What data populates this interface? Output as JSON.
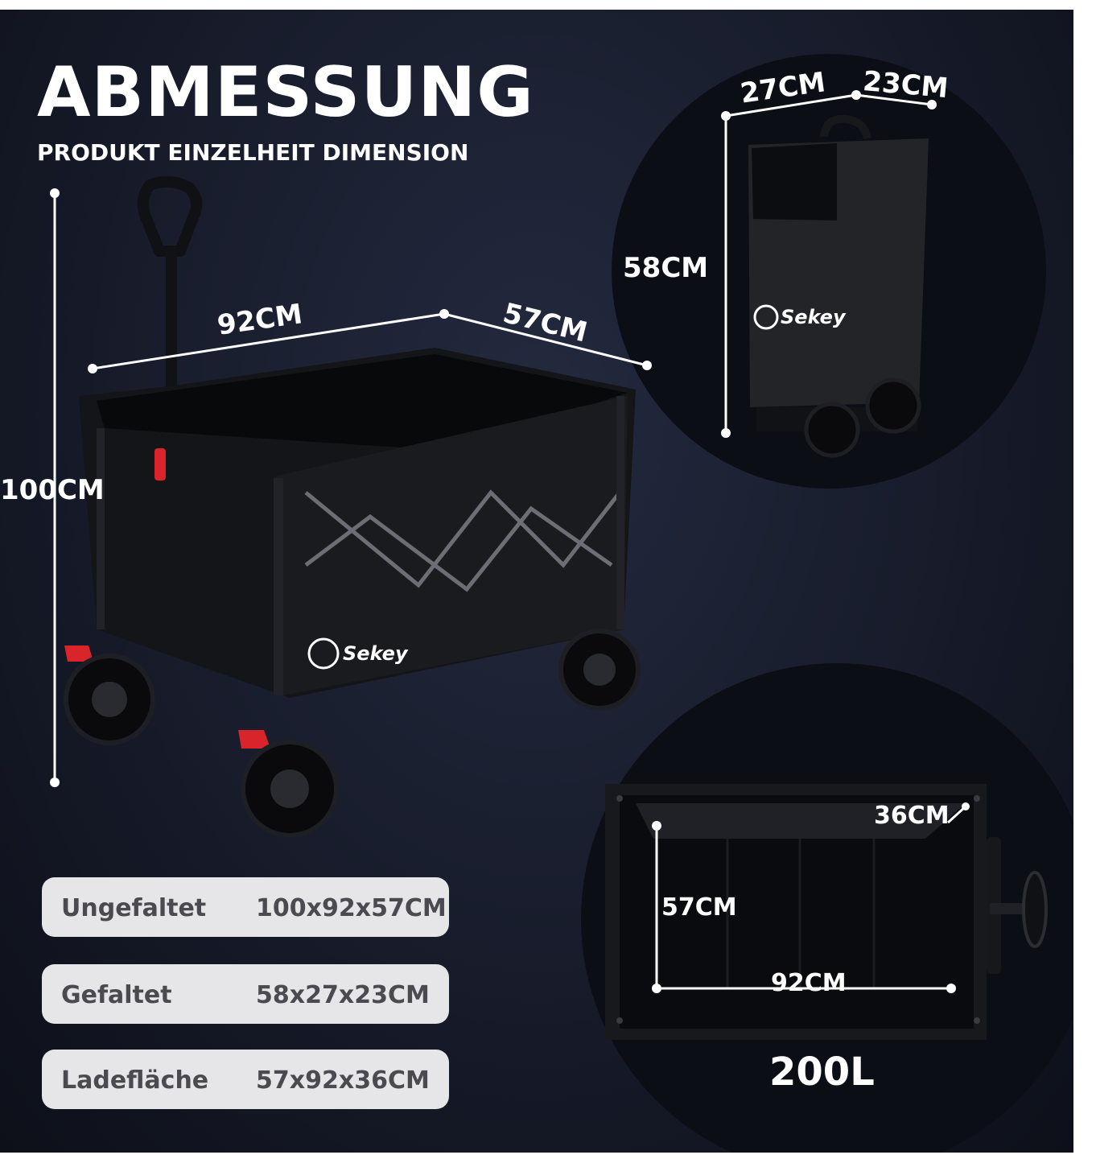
{
  "title": "ABMESSUNG",
  "subtitle": "PRODUKT EINZELHEIT DIMENSION",
  "brand": "Sekey",
  "main_view": {
    "height_label": "100CM",
    "length_label": "92CM",
    "width_label": "57CM"
  },
  "folded_view": {
    "depth_label": "27CM",
    "width_label": "23CM",
    "height_label": "58CM"
  },
  "top_view": {
    "depth_label": "36CM",
    "width_label": "57CM",
    "length_label": "92CM",
    "volume_label": "200L"
  },
  "specs": [
    {
      "label": "Ungefaltet",
      "value": "100x92x57CM"
    },
    {
      "label": "Gefaltet",
      "value": "58x27x23CM"
    },
    {
      "label": "Ladefläche",
      "value": "57x92x36CM"
    }
  ],
  "colors": {
    "background": "#171b2a",
    "accent_red": "#d8242a",
    "spec_bg": "#e6e6e8",
    "spec_text": "#4a4a50"
  }
}
